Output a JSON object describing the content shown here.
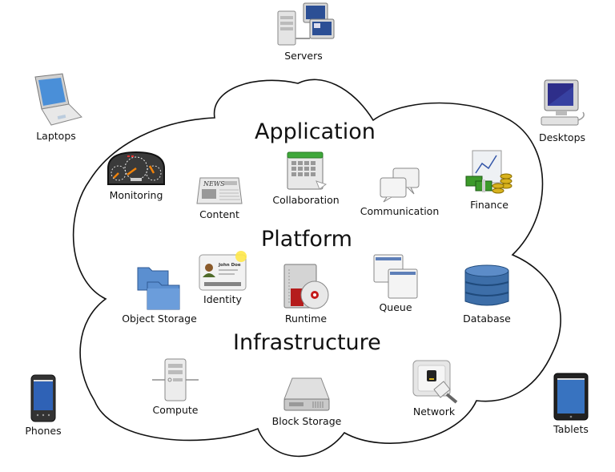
{
  "layers": {
    "application": "Application",
    "platform": "Platform",
    "infrastructure": "Infrastructure"
  },
  "devices": {
    "servers": "Servers",
    "laptops": "Laptops",
    "desktops": "Desktops",
    "phones": "Phones",
    "tablets": "Tablets"
  },
  "application_services": {
    "monitoring": "Monitoring",
    "content": "Content",
    "collaboration": "Collaboration",
    "communication": "Communication",
    "finance": "Finance"
  },
  "platform_services": {
    "object_storage": "Object Storage",
    "identity": "Identity",
    "runtime": "Runtime",
    "queue": "Queue",
    "database": "Database"
  },
  "infrastructure_services": {
    "compute": "Compute",
    "block_storage": "Block Storage",
    "network": "Network"
  },
  "icon_text": {
    "news": "NEWS",
    "id_name": "John Doe"
  },
  "colors": {
    "cloud_outline": "#000000",
    "screen_blue": "#3a6fbf",
    "folder_blue": "#5b8fd0",
    "db_blue": "#3d6ea8",
    "calendar_green": "#3fa83a",
    "money_green": "#3c9a2a",
    "coin_gold": "#d8b21e",
    "runtime_red": "#b51c1c",
    "gauge_orange": "#f0820a"
  }
}
